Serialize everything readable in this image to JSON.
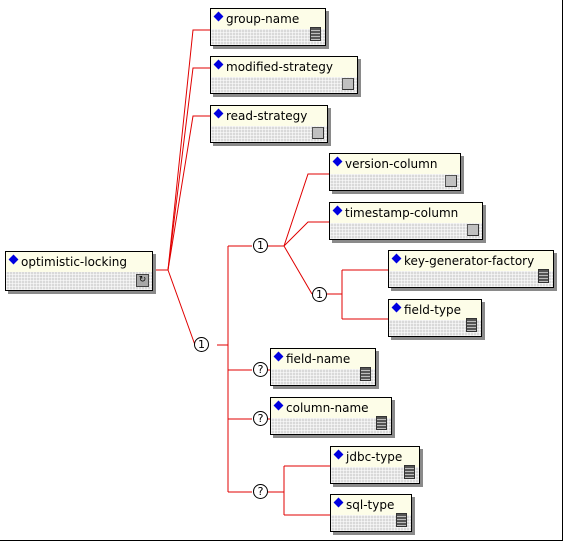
{
  "root": {
    "label": "optimistic-locking",
    "icon": "refresh-icon"
  },
  "children": [
    {
      "label": "group-name",
      "icon": "document-icon"
    },
    {
      "label": "modified-strategy",
      "icon": "box-icon"
    },
    {
      "label": "read-strategy",
      "icon": "box-icon"
    },
    {
      "label": "version-column",
      "icon": "box-icon"
    },
    {
      "label": "timestamp-column",
      "icon": "box-icon"
    },
    {
      "label": "key-generator-factory",
      "icon": "document-icon"
    },
    {
      "label": "field-type",
      "icon": "document-icon"
    },
    {
      "label": "field-name",
      "icon": "document-icon"
    },
    {
      "label": "column-name",
      "icon": "document-icon"
    },
    {
      "label": "jdbc-type",
      "icon": "document-icon"
    },
    {
      "label": "sql-type",
      "icon": "document-icon"
    }
  ],
  "compositors": {
    "main_choice": "1",
    "version_choice": "1",
    "key_choice": "1",
    "field_optional": "?",
    "column_optional": "?",
    "type_optional": "?"
  },
  "colors": {
    "connector": "#e00000",
    "diamond": "#0000e0",
    "header": "#fdfde8",
    "content": "#d9d9d9"
  }
}
